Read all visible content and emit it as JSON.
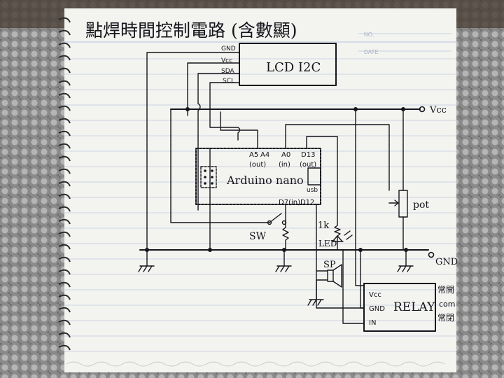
{
  "title": "點焊時間控制電路 (含數顯)",
  "header": {
    "no_label": "NO.",
    "date_label": "DATE"
  },
  "lcd": {
    "label": "LCD I2C",
    "pins": [
      "GND",
      "Vcc",
      "SDA",
      "SCL"
    ]
  },
  "arduino": {
    "label": "Arduino nano",
    "pin_a5": "A5",
    "pin_a4": "A4",
    "pin_a0": "A0",
    "pin_d13": "D13",
    "out1": "(out)",
    "in1": "(in)",
    "out2": "(out)",
    "usb": "usb",
    "d7": "D7(in)D12"
  },
  "rails": {
    "vcc": "Vcc",
    "gnd": "GND"
  },
  "parts": {
    "pot": "pot",
    "sw": "SW",
    "resistor": "1k",
    "led": "LED",
    "speaker": "SP"
  },
  "relay": {
    "label": "RELAY",
    "pins": [
      "Vcc",
      "GND",
      "IN"
    ],
    "contacts": [
      "常開",
      "com",
      "常閉"
    ]
  },
  "colors": {
    "ink": "#15151c",
    "paper": "#f3f3f0",
    "rule": "#b8c4dc",
    "margin": "#d8a8a8"
  }
}
